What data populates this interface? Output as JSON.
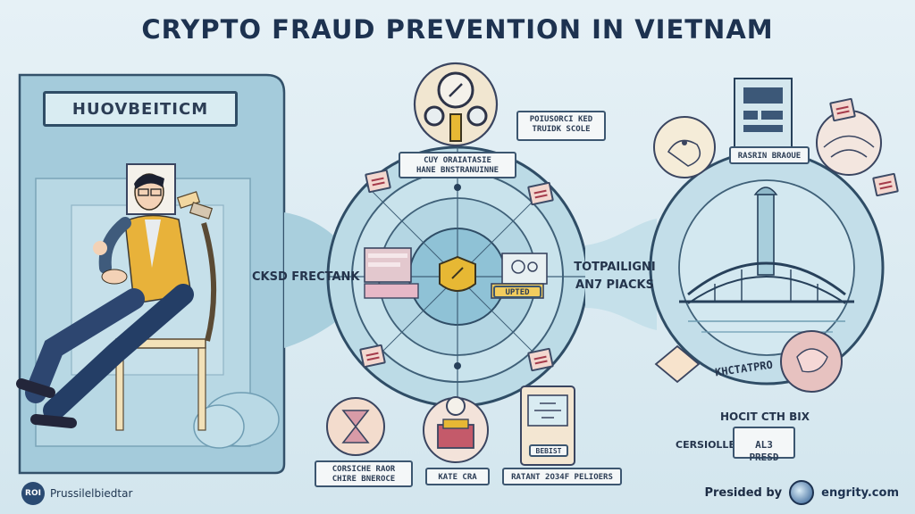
{
  "title": "CRYPTO FRAUD PREVENTION IN VIETNAM",
  "left_panel": {
    "banner": "HUOVBEITICM"
  },
  "labels": {
    "left": "CKSD FRECTANK",
    "right_line1": "TOTPAILIGNI",
    "right_line2": "AN7 PIACKS",
    "top_box_line1": "POIUSORCI KED",
    "top_box_line2": "TRUIDK SCOLE",
    "top_caption_line1": "CUY ORAIATASIE",
    "top_caption_line2": "HANE BNSTRANUINNE",
    "center_badge": "UPTED",
    "right_top": "RASRIN BRAOUE",
    "right_stamp": "KHCTATPRO",
    "bottom_right_title": "HOCIT CTH BIX",
    "bottom_right_left": "CERSIOLLE",
    "bottom_right_box": "AL3 PRESD",
    "bottom1_line1": "CORSICHE RAOR",
    "bottom1_line2": "CHIRE BNEROCE",
    "bottom2": "KATE CRA",
    "bottom3_screen": "BEBIST",
    "bottom3": "RATANT 2O34F PELIOERS"
  },
  "footer": {
    "brand_icon": "ROI",
    "brand": "Prussilelbiedtar",
    "presented": "Presided by",
    "site": "engrity.com"
  },
  "icons": [
    "person-icon",
    "lock-icon",
    "shield-icon",
    "bridge-icon",
    "robot-icon",
    "hourglass-icon",
    "monitor-icon",
    "warning-icon",
    "document-icon",
    "globe-icon"
  ],
  "colors": {
    "navy": "#1d3250",
    "panel": "#a9cfdd",
    "ring": "#b6d6e3",
    "accent": "#e7b834",
    "pink": "#e7c2c0"
  }
}
